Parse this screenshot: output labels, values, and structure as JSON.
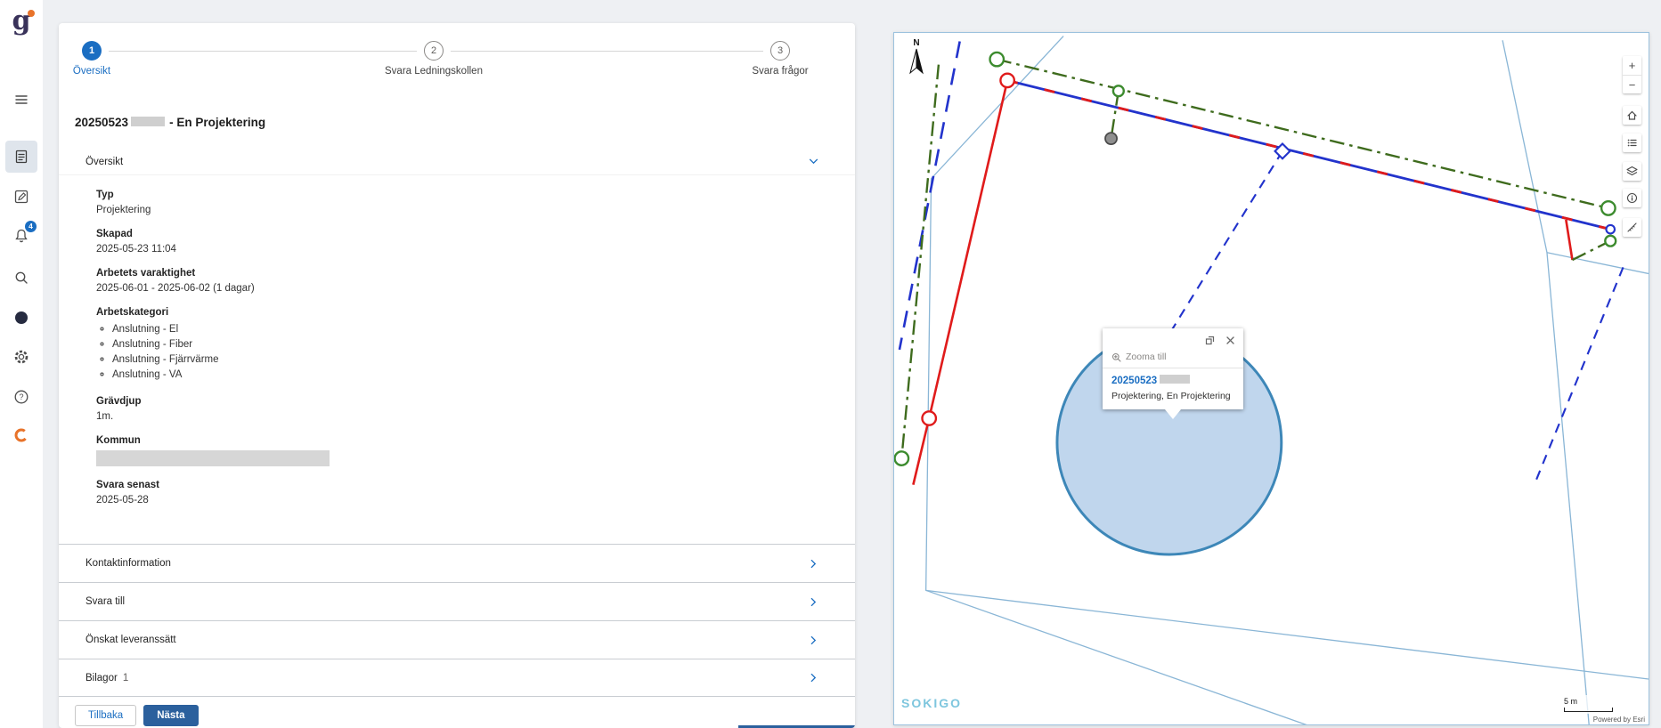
{
  "sidebar": {
    "logo_text": "g",
    "notification_badge": "4",
    "items": [
      {
        "name": "menu-icon"
      },
      {
        "name": "cases-icon",
        "active": true
      },
      {
        "name": "edit-icon"
      },
      {
        "name": "bell-icon",
        "badge": "4"
      },
      {
        "name": "search-icon"
      },
      {
        "name": "presence-icon"
      },
      {
        "name": "gear-icon"
      },
      {
        "name": "help-icon"
      },
      {
        "name": "sokigo-brand-icon"
      }
    ]
  },
  "stepper": {
    "steps": [
      {
        "number": "1",
        "label": "Översikt",
        "active": true
      },
      {
        "number": "2",
        "label": "Svara Ledningskollen",
        "active": false
      },
      {
        "number": "3",
        "label": "Svara frågor",
        "active": false
      }
    ]
  },
  "case": {
    "title_prefix": "20250523",
    "title_redacted": true,
    "title_suffix": "- En Projektering",
    "overview": {
      "label": "Översikt",
      "fields": [
        {
          "label": "Typ",
          "value": "Projektering"
        },
        {
          "label": "Skapad",
          "value": "2025-05-23 11:04"
        },
        {
          "label": "Arbetets varaktighet",
          "value": "2025-06-01 - 2025-06-02 (1 dagar)"
        },
        {
          "label": "Arbetskategori",
          "items": [
            "Anslutning - El",
            "Anslutning - Fiber",
            "Anslutning - Fjärrvärme",
            "Anslutning - VA"
          ]
        },
        {
          "label": "Grävdjup",
          "value": "1m."
        },
        {
          "label": "Kommun",
          "value": "",
          "redacted": true
        },
        {
          "label": "Svara senast",
          "value": "2025-05-28"
        }
      ]
    },
    "collapsed": [
      {
        "label": "Kontaktinformation"
      },
      {
        "label": "Svara till"
      },
      {
        "label": "Önskat leveranssätt"
      },
      {
        "label": "Bilagor",
        "count": "1"
      }
    ],
    "buttons": {
      "back": "Tillbaka",
      "next": "Nästa"
    }
  },
  "map": {
    "north_label": "N",
    "popup": {
      "zoom_to": "Zooma till",
      "title_prefix": "20250523",
      "title_redacted": true,
      "subtitle": "Projektering, En Projektering"
    },
    "tools": [
      {
        "name": "zoom-in",
        "glyph": "+"
      },
      {
        "name": "zoom-out",
        "glyph": "−"
      },
      {
        "name": "home"
      },
      {
        "name": "legend"
      },
      {
        "name": "layers"
      },
      {
        "name": "info"
      },
      {
        "name": "measure"
      }
    ],
    "scale_label": "5 m",
    "attribution": "Powered by Esri",
    "brand": "SOKIGO"
  },
  "colors": {
    "accent": "#1b6ec2",
    "primary_button": "#2b609d",
    "badge": "#1b6ec2",
    "map_border": "#9cc2de",
    "work_area_fill": "#b5cfea",
    "work_area_stroke": "#3d87b8",
    "line_blue": "#2233cc",
    "line_red": "#e01b1b",
    "line_green": "#3e6b1d",
    "parcel_line": "#8ab6d6",
    "brand_blue": "#7ec6de",
    "logo_purple": "#39325a",
    "logo_orange": "#e8732a",
    "redaction_gray": "#d6d6d6"
  }
}
